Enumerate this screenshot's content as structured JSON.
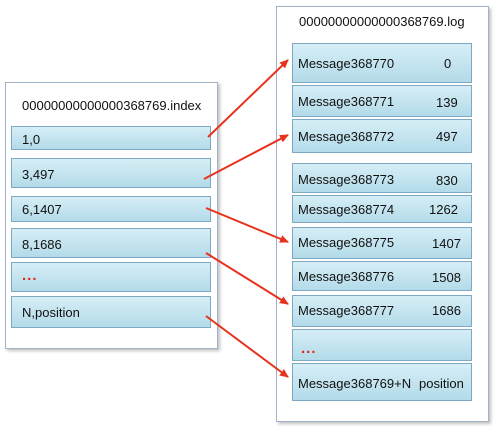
{
  "index_file": {
    "title": "00000000000000368769.index",
    "entries": [
      "1,0",
      "3,497",
      "6,1407",
      "8,1686",
      "...",
      "N,position"
    ]
  },
  "log_file": {
    "title": "00000000000000368769.log",
    "entries": [
      {
        "message": "Message368770",
        "position": "0"
      },
      {
        "message": "Message368771",
        "position": "139"
      },
      {
        "message": "Message368772",
        "position": "497"
      },
      {
        "message": "Message368773",
        "position": "830"
      },
      {
        "message": "Message368774",
        "position": "1262"
      },
      {
        "message": "Message368775",
        "position": "1407"
      },
      {
        "message": "Message368776",
        "position": "1508"
      },
      {
        "message": "Message368777",
        "position": "1686"
      },
      {
        "message": "...",
        "position": ""
      },
      {
        "message": "Message368769+N",
        "position": "position"
      }
    ]
  },
  "arrow_color": "#e8321c",
  "ellipsis_color": "#e2261d"
}
